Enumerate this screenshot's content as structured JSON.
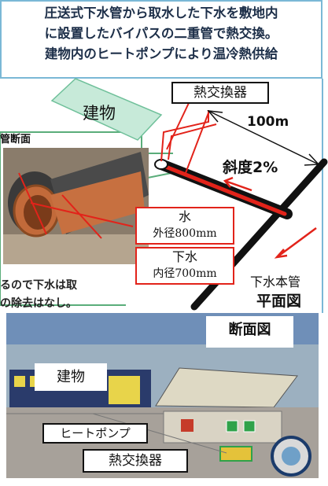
{
  "top_text": "圧送式下水管から取水した下水を敷地内\nに設置したバイパスの二重管で熱交換。\n建物内のヒートポンプにより温冷熱供給",
  "plan": {
    "building_label": "建物",
    "heat_exchanger_label": "熱交換器",
    "length_label": "100m",
    "slope_label": "斜度2%",
    "main_pipe_label": "下水本管",
    "plan_view_label": "平面図",
    "section_label": "管断面",
    "water_label": "水",
    "water_dim": "外径800mm",
    "sewage_label": "下水",
    "sewage_dim": "内径700mm",
    "note": "るので下水は取\nの除去はなし。"
  },
  "section": {
    "title": "断面図",
    "building_label": "建物",
    "heat_pump_label": "ヒートポンプ",
    "heat_exchanger_label": "熱交換器"
  },
  "colors": {
    "accent_red": "#e2231a",
    "border_green": "#5aad7a",
    "frame_blue": "#7ab8d6",
    "building_green": "#c7ead9"
  }
}
